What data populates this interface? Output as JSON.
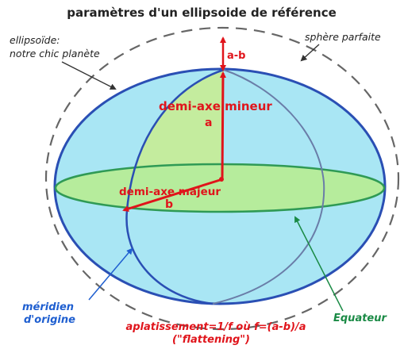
{
  "title": "paramètres d'un ellipsoide de référence",
  "labels": {
    "ellipsoid_line1": "ellipsoïde:",
    "ellipsoid_line2": "notre chic planète",
    "sphere": "sphère parfaite",
    "a_minus_b": "a-b",
    "semi_minor": "demi-axe mineur",
    "semi_minor_symbol": "a",
    "semi_major": "demi-axe majeur",
    "semi_major_symbol": "b",
    "meridian_line1": "méridien",
    "meridian_line2": "d'origine",
    "equator": "Equateur",
    "flattening_line1": "aplatissement=1/f où f=(a-b)/a",
    "flattening_line2": "(\"flattening\")"
  },
  "colors": {
    "ellipsoid_fill": "#a9e6f4",
    "equator_plane": "#b6ec9c",
    "meridian_fill": "#c4ec9e",
    "outline": "#2a4fb4",
    "sphere": "#666666",
    "red": "#e0141b",
    "blue_label": "#1f5fd0",
    "green_label": "#1a8a45"
  }
}
